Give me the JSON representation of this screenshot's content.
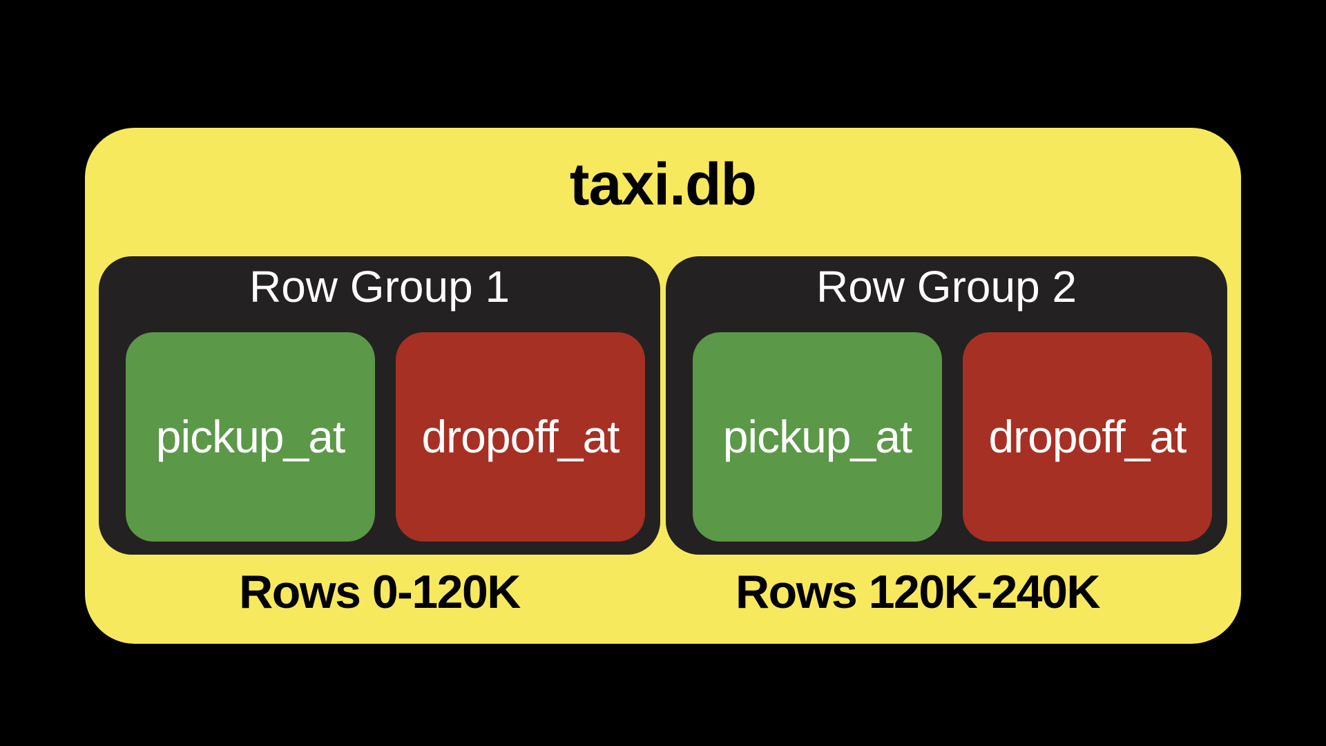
{
  "diagram": {
    "title": "taxi.db",
    "row_groups": [
      {
        "label": "Row Group 1",
        "rows_caption": "Rows 0-120K",
        "columns": [
          {
            "name": "pickup_at",
            "color": "#5B9848"
          },
          {
            "name": "dropoff_at",
            "color": "#A63023"
          }
        ]
      },
      {
        "label": "Row Group 2",
        "rows_caption": "Rows 120K-240K",
        "columns": [
          {
            "name": "pickup_at",
            "color": "#5B9848"
          },
          {
            "name": "dropoff_at",
            "color": "#A63023"
          }
        ]
      }
    ],
    "colors": {
      "page_background": "#000000",
      "file_fill": "#F7E95E",
      "row_group_fill": "#242122",
      "column_green": "#5B9848",
      "column_red": "#A63023",
      "title_text": "#000000",
      "label_text": "#FFFFFF"
    }
  }
}
